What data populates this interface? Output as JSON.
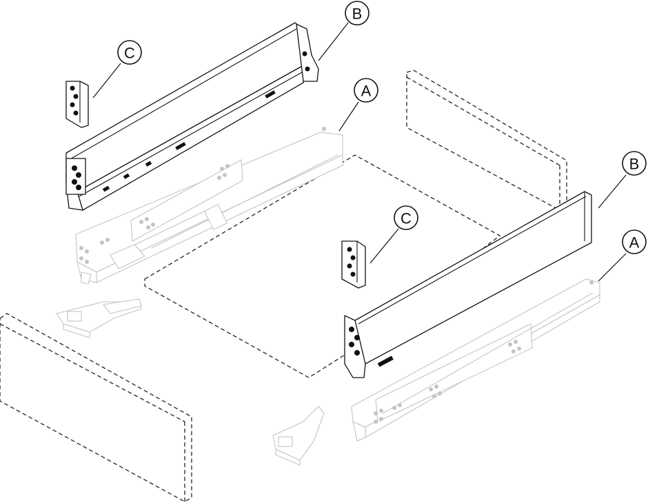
{
  "callouts": [
    {
      "id": "b-top",
      "letter": "B"
    },
    {
      "id": "c-top",
      "letter": "C"
    },
    {
      "id": "a-top",
      "letter": "A"
    },
    {
      "id": "b-right",
      "letter": "B"
    },
    {
      "id": "c-mid",
      "letter": "C"
    },
    {
      "id": "a-right",
      "letter": "A"
    }
  ]
}
